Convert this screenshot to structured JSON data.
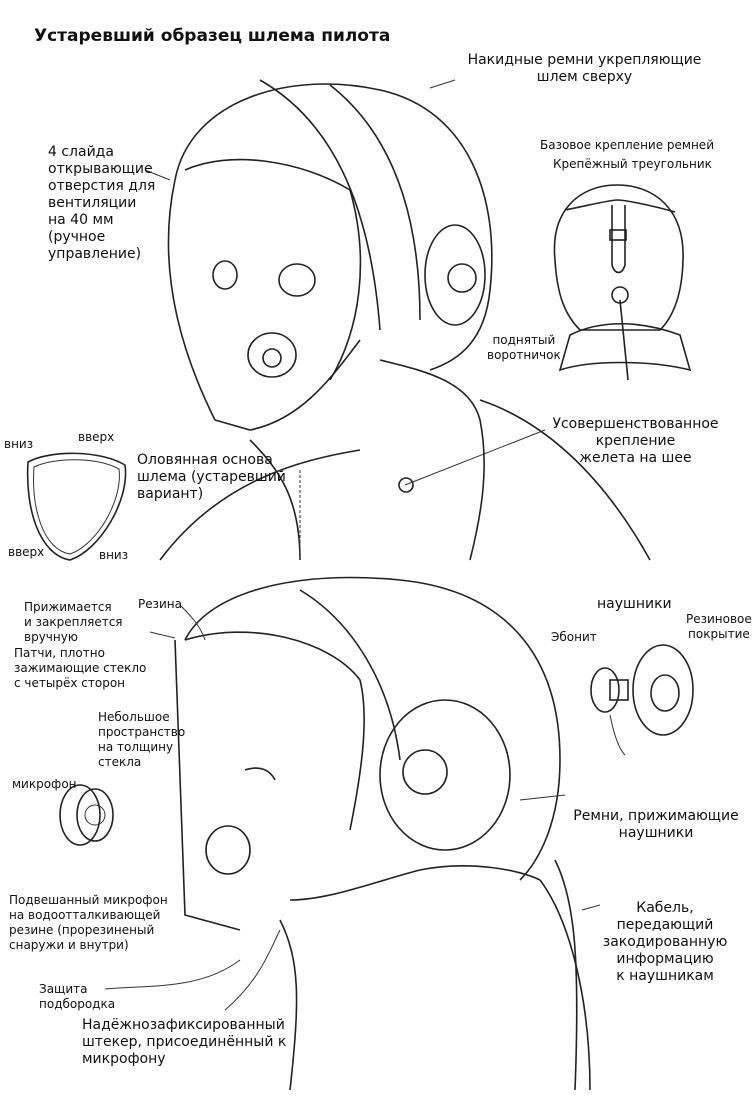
{
  "title": "Устаревший образец шлема пилота",
  "labels": {
    "straps_top": "Накидные ремни укрепляющие\nшлем сверху",
    "slides": "4 слайда\nоткрывающие\nотверстия для\nвентиляции\nна 40 мм\n(ручное\nуправление)",
    "base_strap": "Базовое крепление ремней",
    "triangle": "Крепёжный треугольник",
    "collar": "поднятый\nворотничок",
    "down1": "вниз",
    "up1": "вверх",
    "up2": "вверх",
    "down2": "вниз",
    "tin_base": "Оловянная основа\nшлема (устаревший\nвариант)",
    "vest": "Усовершенствованное\nкрепление\nжелета на шее",
    "pressed": "Прижимается\nи закрепляется\nвручную",
    "rubber": "Резина",
    "patches": "Патчи, плотно\nзажимающие стекло\nс четырёх сторон",
    "space": "Небольшое\nпространство\nна толщину\n стекла",
    "microphone": "микрофон",
    "headphones": "наушники",
    "ebonite": "Эбонит",
    "rubber_cover": "Резиновое\nпокрытие",
    "ear_straps": "Ремни, прижимающие\nнаушники",
    "hanging_mic": "Подвешанный микрофон\nна водоотталкивающей\nрезине (прорезиненый\nснаружи и внутри)",
    "cable": "Кабель,\nпередающий\nзакодированную\nинформацию\nк наушникам",
    "chin": "Защита\nподбородка",
    "plug": "Надёжнозафиксированный\nштекер, присоединённый к\nмикрофону"
  }
}
